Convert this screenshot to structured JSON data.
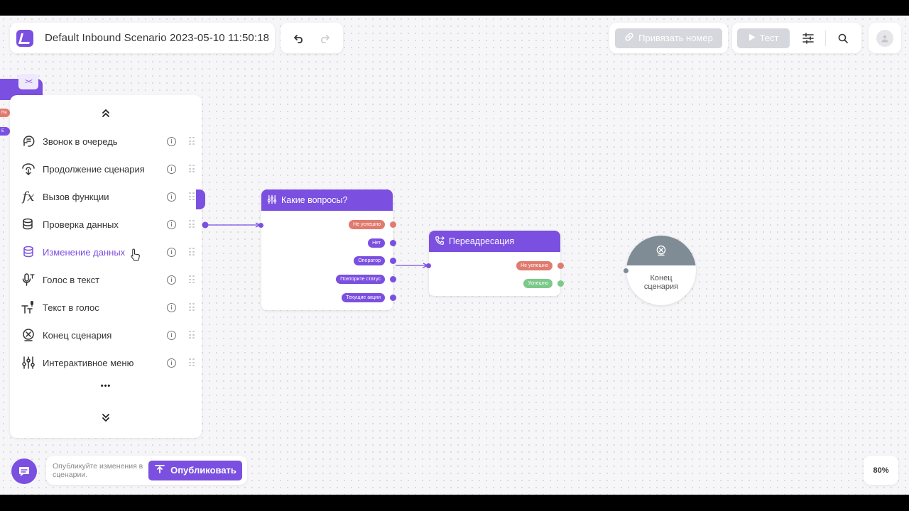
{
  "header": {
    "title": "Default Inbound Scenario 2023-05-10 11:50:18",
    "bind_number_label": "Привязать номер",
    "test_label": "Тест"
  },
  "palette": {
    "items": [
      {
        "label": "Звонок в очередь",
        "icon": "queue-call-icon"
      },
      {
        "label": "Продолжение сценария",
        "icon": "continue-scenario-icon"
      },
      {
        "label": "Вызов функции",
        "icon": "function-icon"
      },
      {
        "label": "Проверка данных",
        "icon": "data-check-icon"
      },
      {
        "label": "Изменение данных",
        "icon": "data-change-icon"
      },
      {
        "label": "Голос в текст",
        "icon": "speech-to-text-icon"
      },
      {
        "label": "Текст в голос",
        "icon": "text-to-speech-icon"
      },
      {
        "label": "Конец сценария",
        "icon": "end-scenario-icon"
      },
      {
        "label": "Интерактивное меню",
        "icon": "interactive-menu-icon"
      }
    ],
    "more": "•••",
    "active_item": "Изменение данных"
  },
  "stub_node": {
    "fail_label": "Не",
    "other_label": "Е"
  },
  "menu_node": {
    "title": "Какие вопросы?",
    "outputs": [
      {
        "label": "Не успешно",
        "color": "red"
      },
      {
        "label": "Нет",
        "color": "purple"
      },
      {
        "label": "Оператор",
        "color": "purple"
      },
      {
        "label": "Повторите статус",
        "color": "purple"
      },
      {
        "label": "Текущие акции",
        "color": "purple"
      }
    ]
  },
  "redirect_node": {
    "title": "Переадресация",
    "outputs": [
      {
        "label": "Не успешно",
        "color": "red"
      },
      {
        "label": "Успешно",
        "color": "green"
      }
    ]
  },
  "end_node": {
    "label_line1": "Конец",
    "label_line2": "сценария"
  },
  "publish": {
    "hint": "Опубликуйте изменения в сценарии.",
    "button_label": "Опубликовать"
  },
  "zoom": "80%",
  "colors": {
    "accent": "#7b4fe0",
    "fail": "#e17a6f",
    "success": "#7cc98a",
    "end_node": "#7f8b95"
  }
}
